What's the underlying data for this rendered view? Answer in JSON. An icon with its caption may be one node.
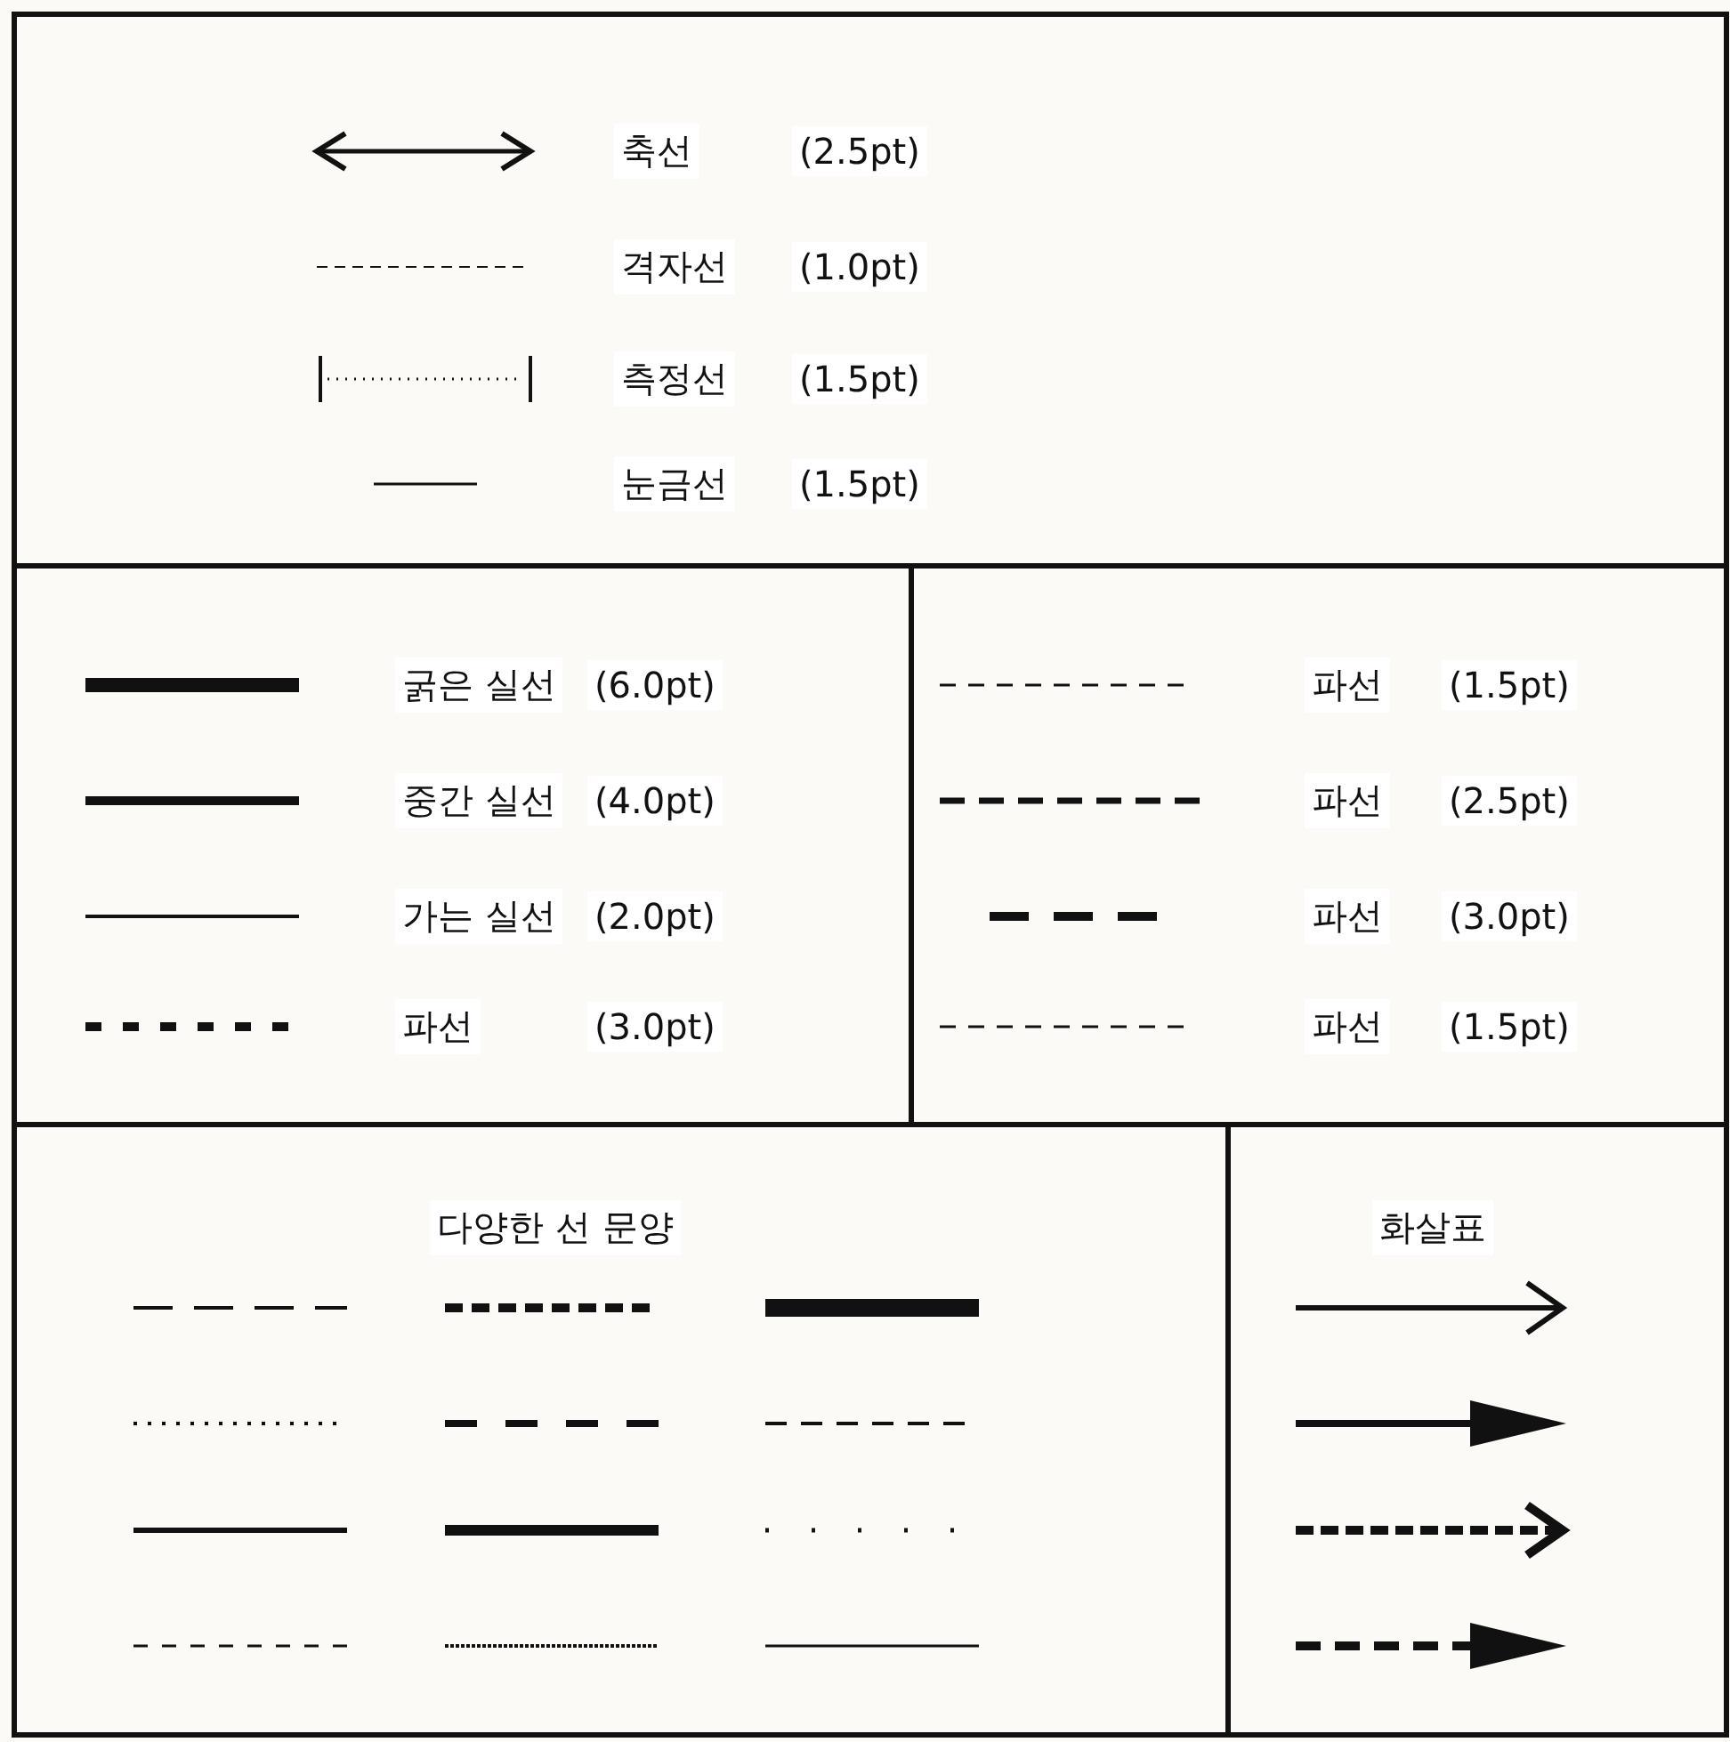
{
  "diagram": {
    "labels": [
      "축선",
      "(2.5pt)",
      "격자선",
      "(1.0pt)",
      "측정선",
      "(1.5pt)",
      "눈금선",
      "(1.5pt)",
      "굵은 실선",
      "(6.0pt)",
      "중간 실선",
      "(4.0pt)",
      "가는 실선",
      "(2.0pt)",
      "파선",
      "(3.0pt)",
      "파선",
      "(1.5pt)",
      "파선",
      "(2.5pt)",
      "파선",
      "(3.0pt)",
      "파선",
      "(1.5pt)",
      "다양한 선 문양",
      "화살표"
    ]
  }
}
